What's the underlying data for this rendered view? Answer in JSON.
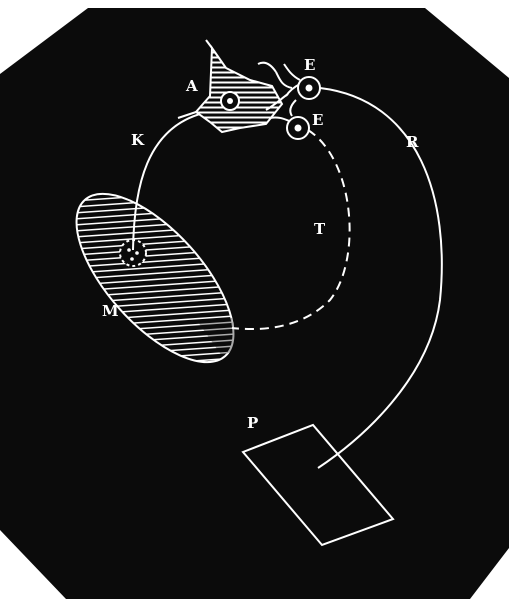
{
  "labels": {
    "A": "A",
    "E1": "E",
    "E2": "E",
    "K": "K",
    "R": "R",
    "T": "T",
    "M": "M",
    "P": "P"
  },
  "colors": {
    "background": "#0b0b0b",
    "ink": "#ffffff",
    "paper": "#ffffff"
  }
}
